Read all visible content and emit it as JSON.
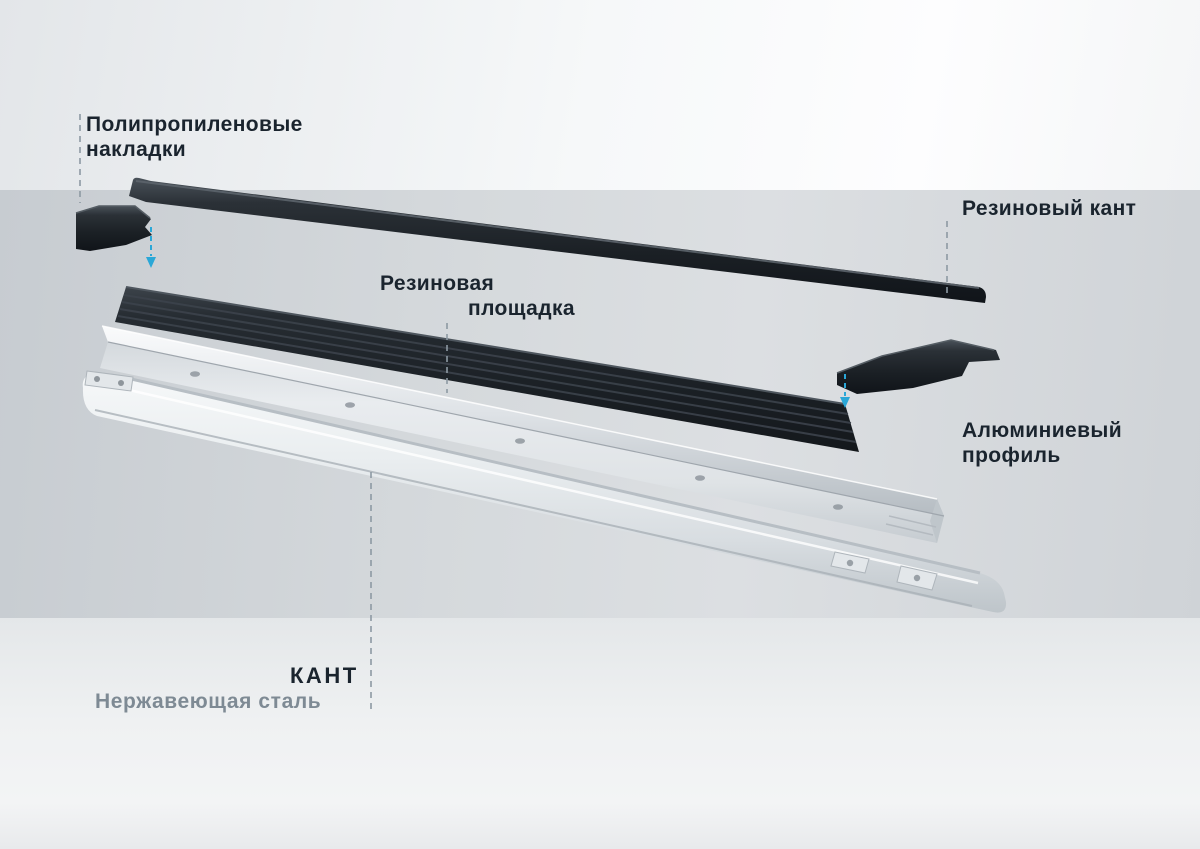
{
  "diagram": {
    "labels": {
      "polypropylene_pads": {
        "line1": "Полипропиленовые",
        "line2": "накладки"
      },
      "rubber_edge": {
        "text": "Резиновый кант"
      },
      "rubber_platform": {
        "line1": "Резиновая",
        "line2": "площадка"
      },
      "aluminum_profile": {
        "line1": "Алюминиевый",
        "line2": "профиль"
      },
      "kant": {
        "title": "КАНТ",
        "subtitle": "Нержавеющая сталь"
      }
    },
    "parts": [
      "rubber-edge-strip",
      "polypropylene-cap-left",
      "polypropylene-cap-right",
      "rubber-platform",
      "aluminum-profile",
      "stainless-steel-kant"
    ],
    "colors": {
      "label_text": "#1a242e",
      "kant_subtitle": "#7e8a94",
      "leader_line": "#8d99a3",
      "assembly_arrow": "#2aa7d7",
      "dark_plastic": "#23282d",
      "aluminum": "#dde1e5",
      "steel": "#eef1f3"
    }
  }
}
